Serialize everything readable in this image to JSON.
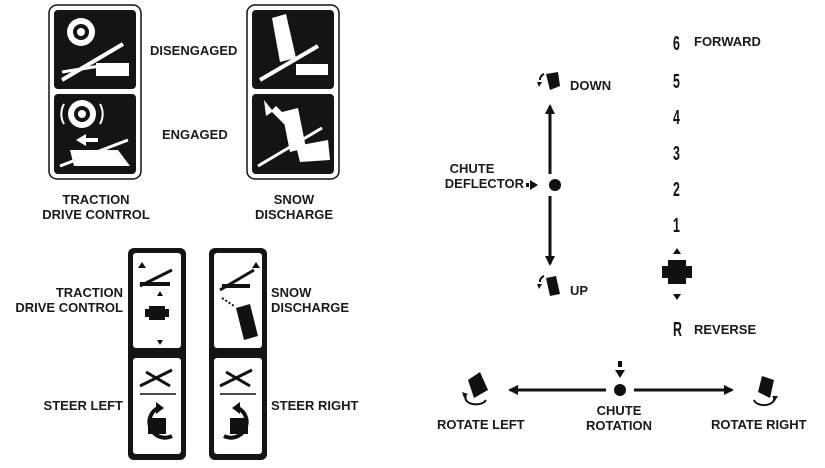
{
  "decals": {
    "disengaged": "DISENGAGED",
    "engaged": "ENGAGED",
    "traction_caption_line1": "TRACTION",
    "traction_caption_line2": "DRIVE CONTROL",
    "snow_caption_line1": "SNOW",
    "snow_caption_line2": "DISCHARGE"
  },
  "controls": {
    "traction_line1": "TRACTION",
    "traction_line2": "DRIVE CONTROL",
    "snow_line1": "SNOW",
    "snow_line2": "DISCHARGE",
    "steer_left": "STEER LEFT",
    "steer_right": "STEER RIGHT"
  },
  "deflector": {
    "down": "DOWN",
    "up": "UP",
    "chute_line1": "CHUTE",
    "chute_line2": "DEFLECTOR"
  },
  "speeds": {
    "gears": [
      "6",
      "5",
      "4",
      "3",
      "2",
      "1",
      "R"
    ],
    "forward": "FORWARD",
    "reverse": "REVERSE"
  },
  "rotation": {
    "rotate_left": "ROTATE LEFT",
    "rotate_right": "ROTATE RIGHT",
    "chute_line1": "CHUTE",
    "chute_line2": "ROTATION"
  },
  "colors": {
    "ink": "#111111",
    "panel": "#141414",
    "paper": "#ffffff"
  }
}
